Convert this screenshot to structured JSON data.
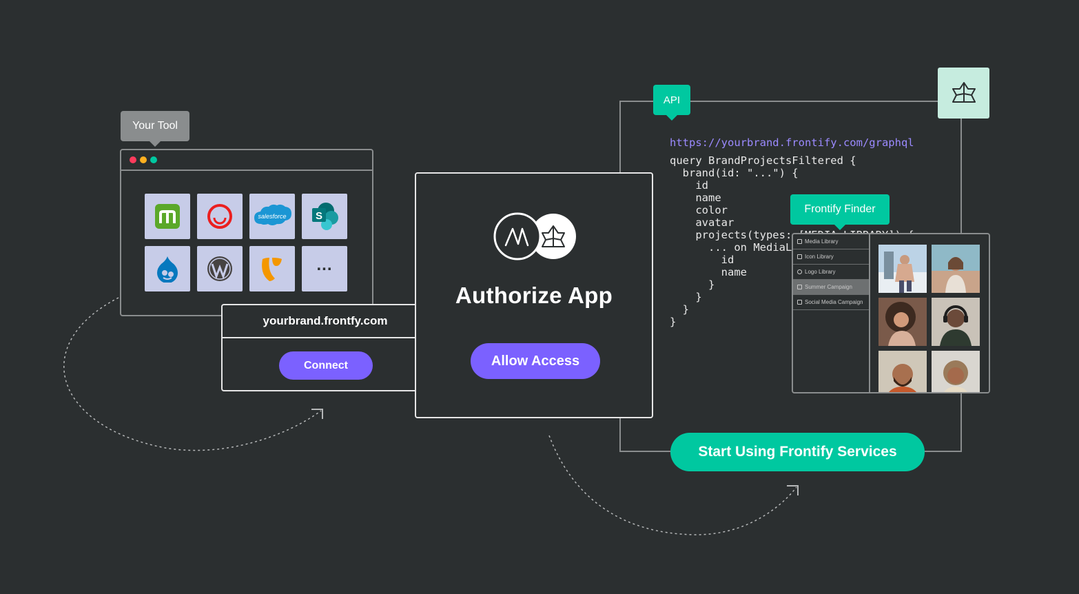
{
  "tool": {
    "label": "Your Tool",
    "window_dots": [
      "#ff3b5c",
      "#ffb020",
      "#00c8a0"
    ],
    "integrations": [
      {
        "icon": "mural-icon"
      },
      {
        "icon": "sitecore-icon"
      },
      {
        "icon": "salesforce-icon",
        "text": "salesforce"
      },
      {
        "icon": "sharepoint-icon",
        "text": "S"
      },
      {
        "icon": "drupal-icon"
      },
      {
        "icon": "wordpress-icon"
      },
      {
        "icon": "typo3-icon"
      },
      {
        "icon": "more-icon",
        "text": "..."
      }
    ]
  },
  "connect": {
    "url": "yourbrand.frontfy.com",
    "button": "Connect"
  },
  "authorize": {
    "title": "Authorize App",
    "button": "Allow Access",
    "logos": [
      "app-logo-icon",
      "frontify-logo-icon"
    ]
  },
  "api": {
    "label": "API",
    "endpoint": "https://yourbrand.frontify.com/graphql",
    "code_lines": [
      "query BrandProjectsFiltered {",
      "  brand(id: \"...\") {",
      "    id",
      "    name",
      "    color",
      "    avatar",
      "    projects(types: [MEDIA_LIBRARY]) {",
      "      ... on MediaLibrary {",
      "        id",
      "        name",
      "      }",
      "    }",
      "  }",
      "}"
    ]
  },
  "finder": {
    "label": "Frontify Finder",
    "libraries": [
      {
        "label": "Media Library",
        "active": false
      },
      {
        "label": "Icon Library",
        "active": false
      },
      {
        "label": "Logo Library",
        "active": false
      },
      {
        "label": "Summer Campaign",
        "active": true
      },
      {
        "label": "Social Media Campaign",
        "active": false
      }
    ],
    "photos": [
      "person-in-snow",
      "woman-smiling-at-sea",
      "woman-with-curly-hair",
      "man-with-headphones",
      "bearded-man-smiling",
      "woman-laughing"
    ]
  },
  "cta": {
    "button": "Start Using Frontify Services"
  },
  "colors": {
    "background": "#2b2f30",
    "accent_purple": "#7b61ff",
    "accent_green": "#00c8a0",
    "tile": "#c7cce8"
  }
}
